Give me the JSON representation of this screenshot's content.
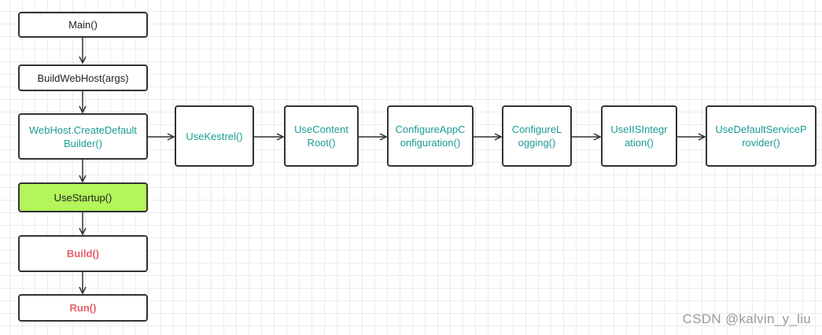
{
  "nodes": {
    "main": "Main()",
    "build_web_host": "BuildWebHost(args)",
    "create_default_builder": "WebHost.CreateDefaultBuilder()",
    "use_startup": "UseStartup()",
    "build": "Build()",
    "run": "Run()",
    "use_kestrel": "UseKestrel()",
    "use_content_root": "UseContentRoot()",
    "configure_app_configuration": "ConfigureAppConfiguration()",
    "configure_logging": "ConfigureLogging()",
    "use_iis_integration": "UseIISIntegration()",
    "use_default_service_provider": "UseDefaultServiceProvider()"
  },
  "colors": {
    "text_default": "#222222",
    "text_teal": "#1a9b94",
    "text_red": "#e8606a",
    "highlight_fill": "#b3f55a",
    "border": "#333333"
  },
  "watermark": "CSDN @kalvin_y_liu"
}
